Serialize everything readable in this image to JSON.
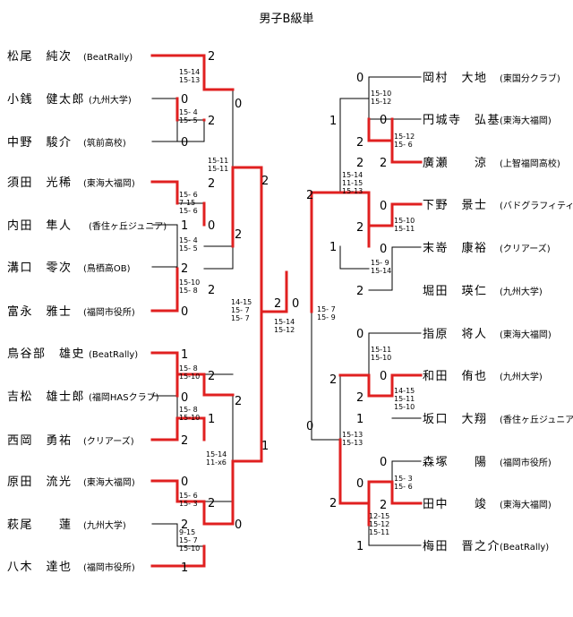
{
  "title": "男子B級単",
  "left": {
    "players": [
      {
        "name": "松尾　純次",
        "club": "(BeatRally)"
      },
      {
        "name": "小銭　健太郎",
        "club": "(九州大学)"
      },
      {
        "name": "中野　駿介",
        "club": "(筑前高校)"
      },
      {
        "name": "須田　光稀",
        "club": "(東海大福岡)"
      },
      {
        "name": "内田　隼人",
        "club": "(香住ヶ丘ジュニア)"
      },
      {
        "name": "溝口　零次",
        "club": "(鳥栖高OB)"
      },
      {
        "name": "富永　雅士",
        "club": "(福岡市役所)"
      },
      {
        "name": "鳥谷部　雄史",
        "club": "(BeatRally)"
      },
      {
        "name": "吉松　雄士郎",
        "club": "(福岡HASクラブ)"
      },
      {
        "name": "西岡　勇祐",
        "club": "(クリアーズ)"
      },
      {
        "name": "原田　流光",
        "club": "(東海大福岡)"
      },
      {
        "name": "萩尾　　蓮",
        "club": "(九州大学)"
      },
      {
        "name": "八木　達也",
        "club": "(福岡市役所)"
      }
    ],
    "scores": [
      "2",
      "0",
      "2",
      "0",
      "2",
      "1",
      "0",
      "2",
      "2",
      "0",
      "0",
      "2",
      "2",
      "1",
      "0",
      "2",
      "2",
      "1",
      "0",
      "2",
      "2",
      "1",
      "2",
      "0",
      "1"
    ],
    "games": [
      [
        "15-14",
        "15-13"
      ],
      [
        "15- 4",
        "15- 5"
      ],
      [
        "15-11",
        "15-11"
      ],
      [
        "15- 6",
        "7-15",
        "15- 6"
      ],
      [
        "15- 4",
        "15- 5"
      ],
      [
        "15-10",
        "15- 8"
      ],
      [
        "14-15",
        "15- 7",
        "15- 7"
      ],
      [
        "15- 8",
        "15-10"
      ],
      [
        "15- 8",
        "15-10"
      ],
      [
        "15-14",
        "11-x6"
      ],
      [
        "15- 6",
        "15- 3"
      ],
      [
        "9-15",
        "15- 7",
        "15-10"
      ]
    ]
  },
  "right": {
    "players": [
      {
        "name": "岡村　大地",
        "club": "(東国分クラブ)"
      },
      {
        "name": "円城寺　弘基",
        "club": "(東海大福岡)"
      },
      {
        "name": "廣瀬　　涼",
        "club": "(上智福岡高校)"
      },
      {
        "name": "下野　景士",
        "club": "(バドグラフィティ)"
      },
      {
        "name": "末嵜　康裕",
        "club": "(クリアーズ)"
      },
      {
        "name": "堀田　瑛仁",
        "club": "(九州大学)"
      },
      {
        "name": "指原　将人",
        "club": "(東海大福岡)"
      },
      {
        "name": "和田　侑也",
        "club": "(九州大学)"
      },
      {
        "name": "坂口　大翔",
        "club": "(香住ヶ丘ジュニア)"
      },
      {
        "name": "森塚　　陽",
        "club": "(福岡市役所)"
      },
      {
        "name": "田中　　竣",
        "club": "(東海大福岡)"
      },
      {
        "name": "梅田　晋之介",
        "club": "(BeatRally)"
      }
    ],
    "scores": [
      "0",
      "0",
      "2",
      "1",
      "2",
      "2",
      "0",
      "2",
      "0",
      "2",
      "1",
      "0",
      "0",
      "2",
      "2",
      "0",
      "1",
      "1",
      "2",
      "0",
      "2"
    ],
    "games": [
      [
        "15-10",
        "15-12"
      ],
      [
        "15-12",
        "15- 6"
      ],
      [
        "15-14",
        "11-15",
        "15-13"
      ],
      [
        "15-10",
        "15-11"
      ],
      [
        "15- 9",
        "15-14"
      ],
      [
        "15- 7",
        "15- 9"
      ],
      [
        "15-11",
        "15-10"
      ],
      [
        "14-15",
        "15-11",
        "15-10"
      ],
      [
        "15-13",
        "15-13"
      ],
      [
        "15- 3",
        "15- 6"
      ],
      [
        "12-15",
        "15-12",
        "15-11"
      ]
    ]
  },
  "final": {
    "left_score": "2",
    "right_score": "0",
    "games": [
      "15-14",
      "15-12"
    ]
  }
}
